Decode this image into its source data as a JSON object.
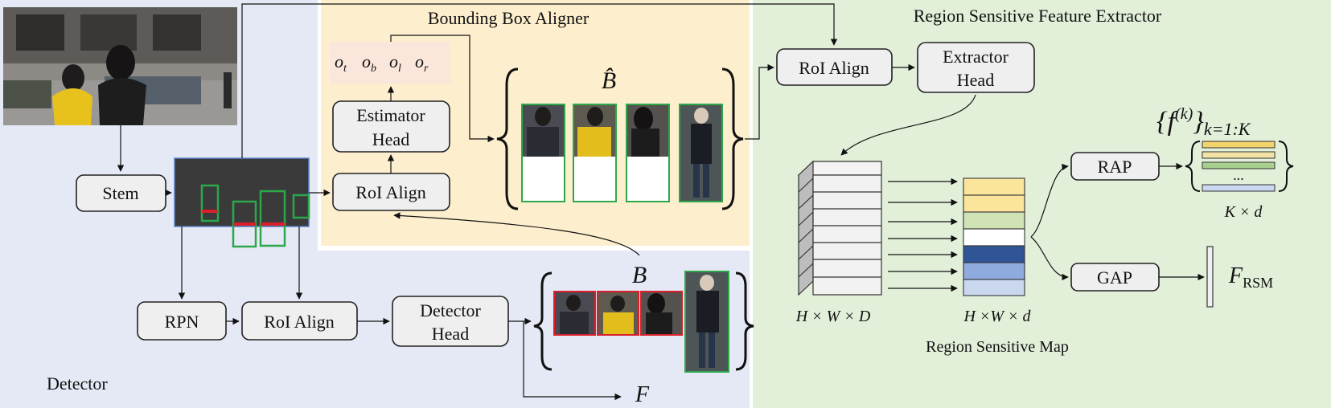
{
  "regions": {
    "detector": "Detector",
    "aligner": "Bounding Box Aligner",
    "extractor": "Region Sensitive Feature Extractor"
  },
  "modules": {
    "stem": "Stem",
    "rpn": "RPN",
    "roi_align_detector": "RoI Align",
    "detector_head": [
      "Detector",
      "Head"
    ],
    "roi_align_aligner": "RoI Align",
    "estimator_head": [
      "Estimator",
      "Head"
    ],
    "roi_align_extractor": "RoI Align",
    "extractor_head": [
      "Extractor",
      "Head"
    ],
    "rap": "RAP",
    "gap": "GAP"
  },
  "offsets": [
    "o_t",
    "o_b",
    "o_l",
    "o_r"
  ],
  "symbols": {
    "b_hat": "B̂",
    "b": "B",
    "f": "F",
    "f_rsm": "F",
    "f_rsm_sub": "RSM",
    "fk_main": "{f",
    "fk_sup": "(k)",
    "fk_close": "}",
    "fk_sub": "k=1:K",
    "k_times_d": "K × d",
    "hwD": "H × W × D",
    "hwd": "H ×W × d",
    "rsm_caption": "Region Sensitive Map",
    "ellipsis": "..."
  },
  "colors": {
    "detector_bg": "#e5e8f5",
    "aligner_bg": "#fdefcd",
    "extractor_bg": "#e2efd9",
    "proposal_green": "#2aa84a",
    "detect_red": "#d9202a",
    "feature_map": "#3a3a3a",
    "offset_bg": "#fbe6dc",
    "rsm_yellow": "#fbe59a",
    "rsm_green": "#cfe3b7",
    "rsm_navy": "#2f5597",
    "rsm_blue": "#8faadc",
    "rsm_lightblue": "#c9d7ef"
  }
}
